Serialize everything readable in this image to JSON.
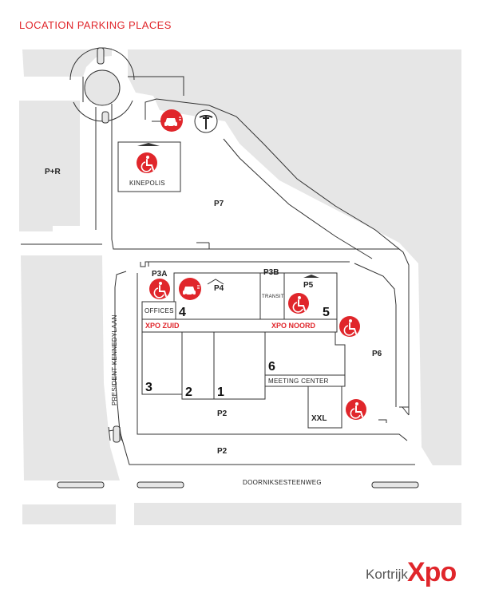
{
  "title": "LOCATION PARKING PLACES",
  "labels": {
    "p_plus_r": "P+R",
    "kinepolis": "KINEPOLIS",
    "p7": "P7",
    "p3a": "P3A",
    "p4": "P4",
    "p3b": "P3B",
    "p5": "P5",
    "transit": "TRANSIT",
    "offices": "OFFICES",
    "xpo_zuid": "XPO ZUID",
    "xpo_noord": "XPO NOORD",
    "p6": "P6",
    "meeting_center": "MEETING CENTER",
    "xxl": "XXL",
    "p2_inner": "P2",
    "p2_outer": "P2",
    "road_president": "PRESIDENT KENNEDYLAAN",
    "road_doorniks": "DOORNIKSESTEENWEG"
  },
  "halls": [
    "1",
    "2",
    "3",
    "4",
    "5",
    "6"
  ],
  "icons": {
    "ev_charging": "ev-charging-icon",
    "tesla": "tesla-icon",
    "wheelchair": "wheelchair-icon"
  },
  "colors": {
    "accent": "#e0262b",
    "area": "#e6e6e6",
    "line": "#333333"
  },
  "logo": {
    "text_a": "Kortrijk",
    "text_b": "Xpo"
  }
}
